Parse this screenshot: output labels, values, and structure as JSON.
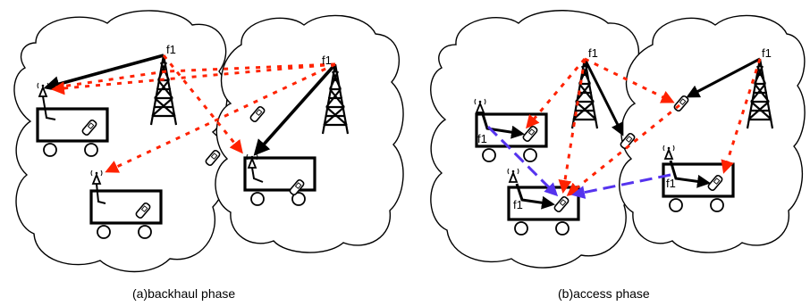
{
  "labels": {
    "freq": "f1"
  },
  "captions": {
    "left": "(a)backhaul phase",
    "right": "(b)access phase"
  },
  "colors": {
    "solid_link": "#000000",
    "dashed_interference": "#ff2200",
    "dashed_relay": "#5533ee"
  },
  "icons": [
    "cloud-cell",
    "cell-tower-icon",
    "bus-vehicle-icon",
    "mobile-phone-icon",
    "vehicle-antenna-icon"
  ]
}
